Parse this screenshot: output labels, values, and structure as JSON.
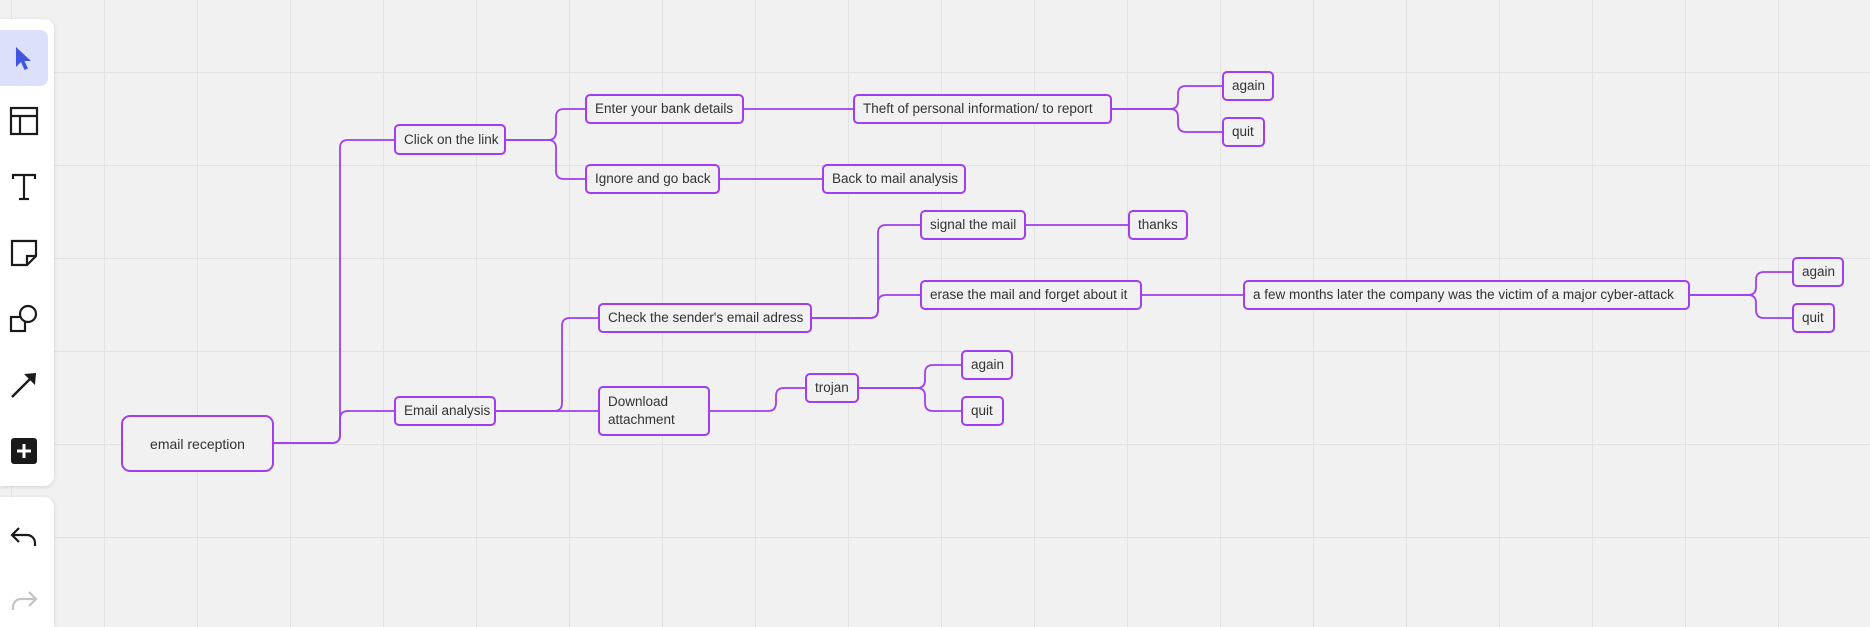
{
  "colors": {
    "accent": "#a03ef0",
    "canvas": "#f1f1f1",
    "grid": "#e2e2e2",
    "active_tool": "#dde0fb"
  },
  "toolbar": {
    "tools": [
      {
        "icon": "cursor-select-icon",
        "active": true
      },
      {
        "icon": "template-layout-icon",
        "active": false
      },
      {
        "icon": "text-tool-icon",
        "active": false
      },
      {
        "icon": "sticky-note-icon",
        "active": false
      },
      {
        "icon": "shapes-icon",
        "active": false
      },
      {
        "icon": "connector-arrow-icon",
        "active": false
      },
      {
        "icon": "add-plus-icon",
        "active": false
      }
    ],
    "history": [
      {
        "icon": "undo-icon"
      },
      {
        "icon": "redo-icon"
      }
    ]
  },
  "mindmap": {
    "root": "email reception",
    "n_click_link": "Click on the link",
    "n_email_analysis": "Email analysis",
    "n_bank_details": "Enter your bank details",
    "n_ignore": "Ignore and go back",
    "n_theft": "Theft of personal information/ to report",
    "n_back_analysis": "Back to mail analysis",
    "n_again_1": "again",
    "n_quit_1": "quit",
    "n_check_sender": "Check the sender's email adress",
    "n_download": "Download attachment",
    "n_signal": "signal the mail",
    "n_thanks": "thanks",
    "n_erase": "erase the mail and forget about it",
    "n_cyberattack": "a few months later the company was the victim of a major cyber-attack",
    "n_again_2": "again",
    "n_quit_2": "quit",
    "n_trojan": "trojan",
    "n_again_3": "again",
    "n_quit_3": "quit"
  }
}
